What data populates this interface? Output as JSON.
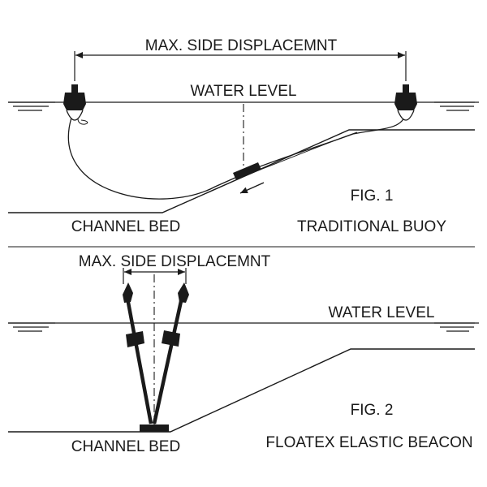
{
  "fig1": {
    "displacement_label": "MAX. SIDE DISPLACEMNT",
    "water_label": "WATER LEVEL",
    "bed_label": "CHANNEL BED",
    "fig_label": "FIG. 1",
    "caption": "TRADITIONAL BUOY"
  },
  "fig2": {
    "displacement_label": "MAX. SIDE DISPLACEMNT",
    "water_label": "WATER LEVEL",
    "bed_label": "CHANNEL BED",
    "fig_label": "FIG. 2",
    "caption": "FLOATEX ELASTIC BEACON"
  },
  "colors": {
    "ink": "#1a1a1a",
    "background": "#ffffff"
  }
}
